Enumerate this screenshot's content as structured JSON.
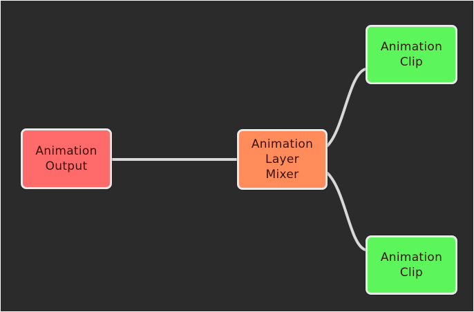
{
  "colors": {
    "background": "#2b2b2b",
    "edge": "#d8d8d8",
    "node_border": "#e9e9e9",
    "output_fill": "#ff6b6b",
    "mixer_fill": "#ff8c5a",
    "clip_fill": "#5cf65c",
    "text": "#3b0f08"
  },
  "nodes": {
    "output": {
      "label": "Animation\nOutput",
      "type": "Animation Output"
    },
    "mixer": {
      "label": "Animation\nLayer\nMixer",
      "type": "Animation Layer Mixer"
    },
    "clip_top": {
      "label": "Animation\nClip",
      "type": "Animation Clip"
    },
    "clip_bottom": {
      "label": "Animation\nClip",
      "type": "Animation Clip"
    }
  },
  "edges": [
    {
      "from": "output",
      "to": "mixer"
    },
    {
      "from": "mixer",
      "to": "clip_top"
    },
    {
      "from": "mixer",
      "to": "clip_bottom"
    }
  ]
}
